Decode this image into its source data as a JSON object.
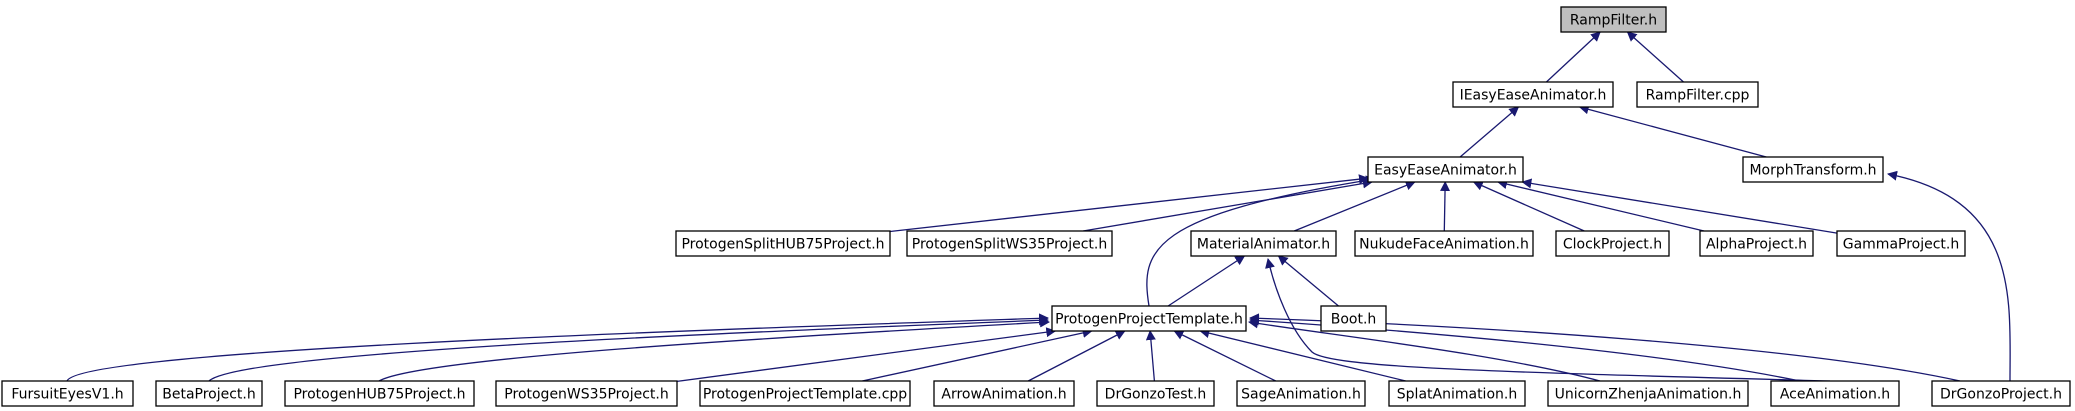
{
  "graph": {
    "root": "RampFilter.h",
    "colors": {
      "edge": "#191970",
      "root_fill": "#bfbfbf",
      "node_fill": "#ffffff",
      "border": "#000000"
    },
    "nodes": [
      {
        "id": "rampfilter_h",
        "label": "RampFilter.h"
      },
      {
        "id": "ieasyease",
        "label": "IEasyEaseAnimator.h"
      },
      {
        "id": "rampfilter_cpp",
        "label": "RampFilter.cpp"
      },
      {
        "id": "easyease",
        "label": "EasyEaseAnimator.h"
      },
      {
        "id": "morph",
        "label": "MorphTransform.h"
      },
      {
        "id": "splithub75",
        "label": "ProtogenSplitHUB75Project.h"
      },
      {
        "id": "splitws35",
        "label": "ProtogenSplitWS35Project.h"
      },
      {
        "id": "material",
        "label": "MaterialAnimator.h"
      },
      {
        "id": "nukude",
        "label": "NukudeFaceAnimation.h"
      },
      {
        "id": "clock",
        "label": "ClockProject.h"
      },
      {
        "id": "alpha",
        "label": "AlphaProject.h"
      },
      {
        "id": "gamma",
        "label": "GammaProject.h"
      },
      {
        "id": "template_h",
        "label": "ProtogenProjectTemplate.h"
      },
      {
        "id": "boot",
        "label": "Boot.h"
      },
      {
        "id": "fursuit",
        "label": "FursuitEyesV1.h"
      },
      {
        "id": "beta",
        "label": "BetaProject.h"
      },
      {
        "id": "hub75",
        "label": "ProtogenHUB75Project.h"
      },
      {
        "id": "ws35",
        "label": "ProtogenWS35Project.h"
      },
      {
        "id": "template_cpp",
        "label": "ProtogenProjectTemplate.cpp"
      },
      {
        "id": "arrow",
        "label": "ArrowAnimation.h"
      },
      {
        "id": "drgonzotest",
        "label": "DrGonzoTest.h"
      },
      {
        "id": "sage",
        "label": "SageAnimation.h"
      },
      {
        "id": "splat",
        "label": "SplatAnimation.h"
      },
      {
        "id": "unicorn",
        "label": "UnicornZhenjaAnimation.h"
      },
      {
        "id": "ace",
        "label": "AceAnimation.h"
      },
      {
        "id": "drgonzoproject",
        "label": "DrGonzoProject.h"
      }
    ],
    "edges": [
      {
        "from": "ieasyease",
        "to": "rampfilter_h"
      },
      {
        "from": "rampfilter_cpp",
        "to": "rampfilter_h"
      },
      {
        "from": "easyease",
        "to": "ieasyease"
      },
      {
        "from": "morph",
        "to": "ieasyease"
      },
      {
        "from": "splithub75",
        "to": "easyease"
      },
      {
        "from": "splitws35",
        "to": "easyease"
      },
      {
        "from": "material",
        "to": "easyease"
      },
      {
        "from": "nukude",
        "to": "easyease"
      },
      {
        "from": "clock",
        "to": "easyease"
      },
      {
        "from": "alpha",
        "to": "easyease"
      },
      {
        "from": "gamma",
        "to": "easyease"
      },
      {
        "from": "template_h",
        "to": "easyease"
      },
      {
        "from": "template_h",
        "to": "material"
      },
      {
        "from": "boot",
        "to": "material"
      },
      {
        "from": "ace",
        "to": "material"
      },
      {
        "from": "drgonzoproject",
        "to": "morph"
      },
      {
        "from": "fursuit",
        "to": "template_h"
      },
      {
        "from": "beta",
        "to": "template_h"
      },
      {
        "from": "hub75",
        "to": "template_h"
      },
      {
        "from": "ws35",
        "to": "template_h"
      },
      {
        "from": "template_cpp",
        "to": "template_h"
      },
      {
        "from": "arrow",
        "to": "template_h"
      },
      {
        "from": "drgonzotest",
        "to": "template_h"
      },
      {
        "from": "sage",
        "to": "template_h"
      },
      {
        "from": "splat",
        "to": "template_h"
      },
      {
        "from": "unicorn",
        "to": "template_h"
      },
      {
        "from": "ace",
        "to": "template_h"
      },
      {
        "from": "drgonzoproject",
        "to": "template_h"
      }
    ]
  }
}
